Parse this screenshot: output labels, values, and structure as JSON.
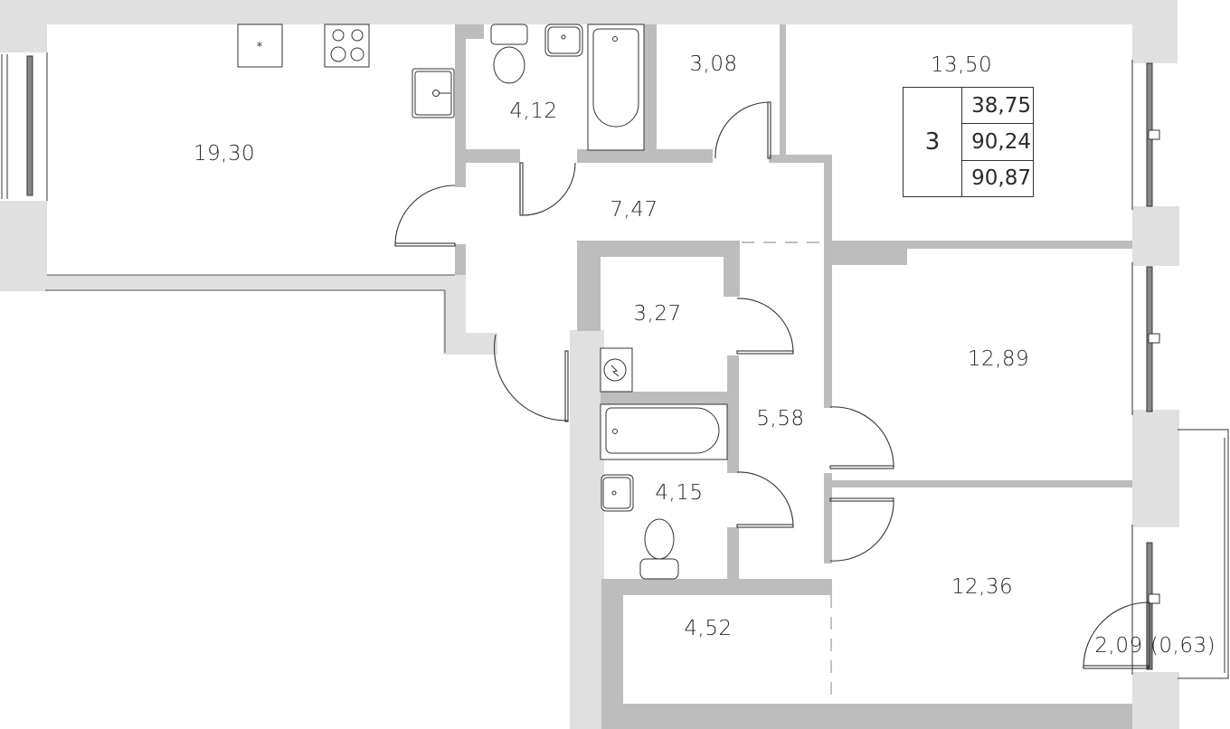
{
  "plan": {
    "type": "apartment-floor-plan",
    "colors": {
      "exterior_wall": "#e0e0e0",
      "interior_wall": "#bdbdbd",
      "line": "#333333",
      "floor": "#ffffff"
    },
    "rooms": [
      {
        "id": "kitchen-living",
        "area": "19,30"
      },
      {
        "id": "bathroom-1",
        "area": "4,12"
      },
      {
        "id": "closet-1",
        "area": "3,08"
      },
      {
        "id": "bedroom-1",
        "area": "13,50"
      },
      {
        "id": "hallway",
        "area": "7,47"
      },
      {
        "id": "laundry",
        "area": "3,27"
      },
      {
        "id": "corridor",
        "area": "5,58"
      },
      {
        "id": "bathroom-2",
        "area": "4,15"
      },
      {
        "id": "bedroom-2",
        "area": "12,89"
      },
      {
        "id": "bedroom-3",
        "area": "12,36"
      },
      {
        "id": "storage",
        "area": "4,52"
      },
      {
        "id": "balcony",
        "area": "2,09",
        "area_reduced": "(0,63)"
      }
    ],
    "summary": {
      "room_count": "3",
      "living_area": "38,75",
      "total_area": "90,24",
      "total_area_with_balcony": "90,87"
    }
  }
}
